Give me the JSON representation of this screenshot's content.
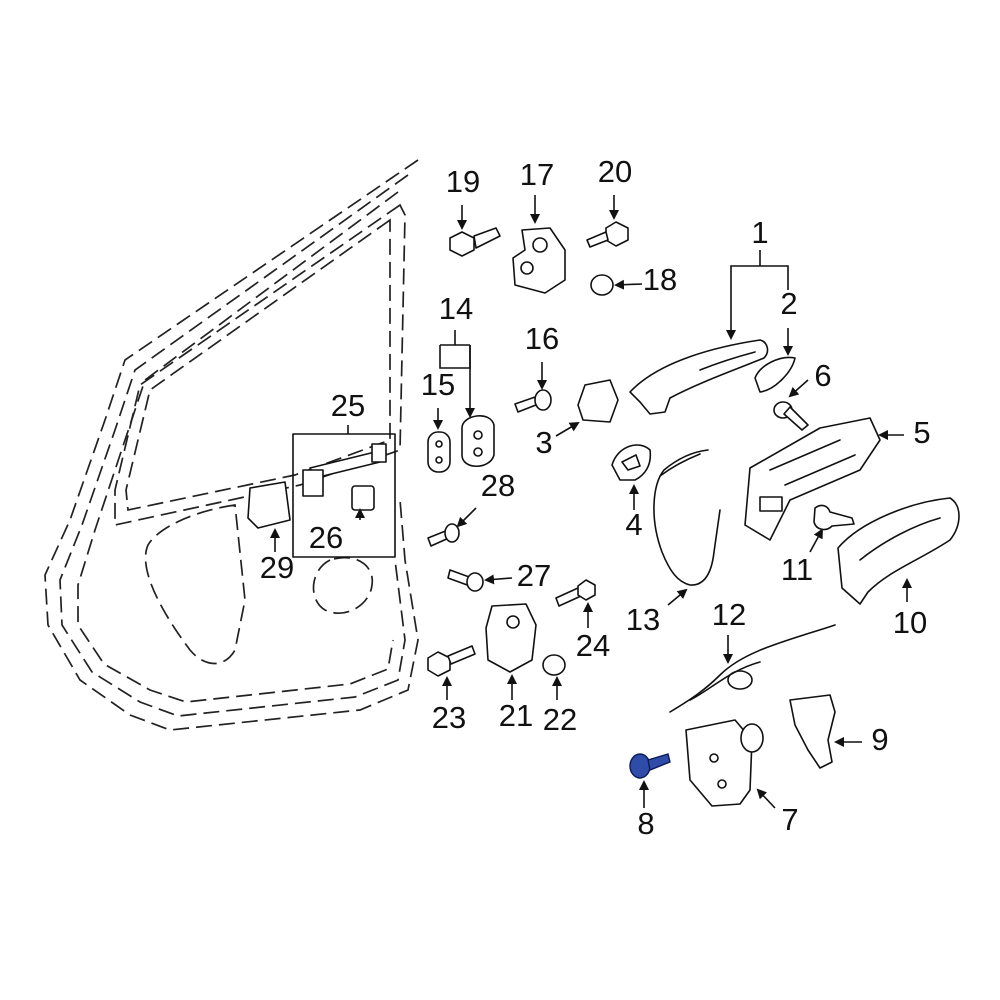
{
  "callouts": {
    "c1": "1",
    "c2": "2",
    "c3": "3",
    "c4": "4",
    "c5": "5",
    "c6": "6",
    "c7": "7",
    "c8": "8",
    "c9": "9",
    "c10": "10",
    "c11": "11",
    "c12": "12",
    "c13": "13",
    "c14": "14",
    "c15": "15",
    "c16": "16",
    "c17": "17",
    "c18": "18",
    "c19": "19",
    "c20": "20",
    "c21": "21",
    "c22": "22",
    "c23": "23",
    "c24": "24",
    "c25": "25",
    "c26": "26",
    "c27": "27",
    "c28": "28",
    "c29": "29"
  },
  "colors": {
    "highlight": "#2f4ca8",
    "line": "#111111",
    "background": "#ffffff"
  }
}
